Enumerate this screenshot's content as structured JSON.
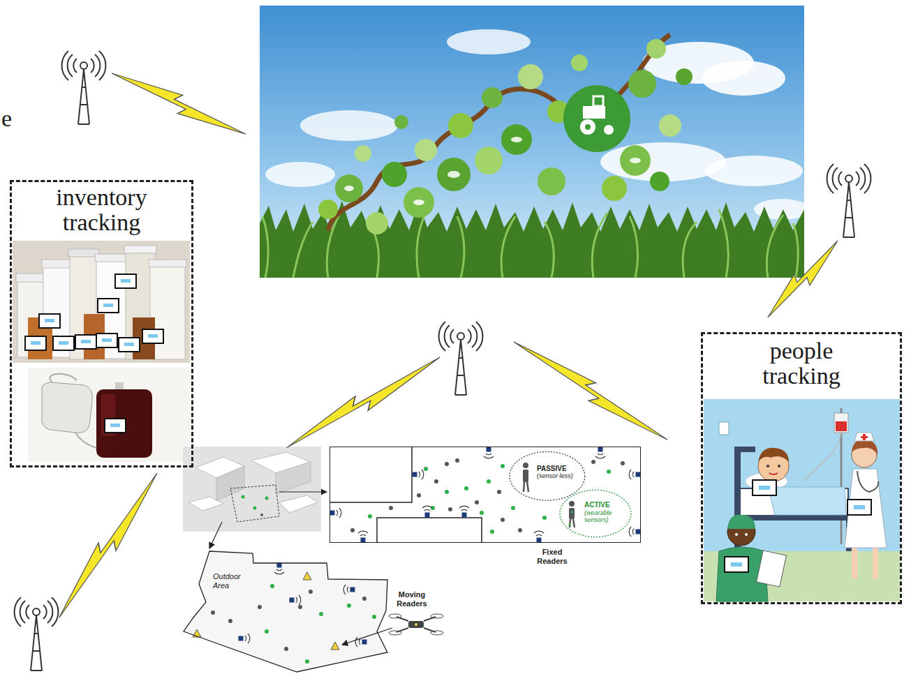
{
  "diagram": {
    "nodes": [
      {
        "text": [
          "inventory tracking"
        ]
      },
      {
        "text": [
          "people tracking"
        ]
      },
      {
        "text": [
          "Fixed Readers"
        ]
      },
      {
        "text": [
          "PASSIVE",
          "(sensor-less)"
        ],
        "in": 2
      },
      {
        "text": [
          "ACTIVE",
          "(wearable sensors)"
        ],
        "in": 2
      },
      {
        "text": [
          "Outdoor Area"
        ]
      }
    ],
    "labels": [
      "e",
      "Moving Readers"
    ]
  }
}
